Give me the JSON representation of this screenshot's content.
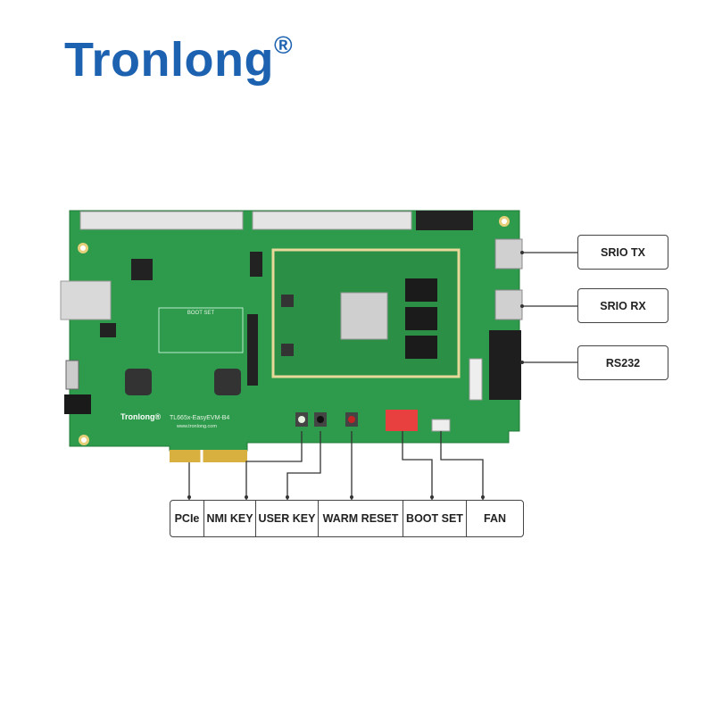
{
  "brand": {
    "name": "Tronlong",
    "mark": "®"
  },
  "board": {
    "silkscreen_model": "TL665x-EasyEVM-B4",
    "silkscreen_brand": "Tronlong®",
    "silkscreen_url": "www.tronlong.com",
    "boot_table_title": "BOOT SET"
  },
  "right_labels": [
    "SRIO TX",
    "SRIO RX",
    "RS232"
  ],
  "bottom_labels": [
    "PCIe",
    "NMI KEY",
    "USER KEY",
    "WARM RESET",
    "BOOT SET",
    "FAN"
  ],
  "colors": {
    "brand": "#1d62b0",
    "pcb": "#2f9a4a",
    "module_border": "#e8d99a",
    "dip_switch": "#e8403f"
  }
}
